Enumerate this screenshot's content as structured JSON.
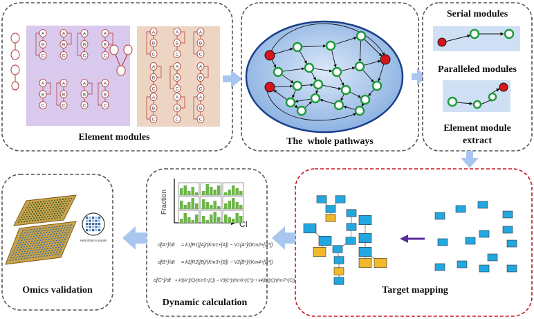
{
  "panels": {
    "element_modules": "Element modules",
    "whole_pathways": "The  whole pathways",
    "serial_modules": "Serial modules",
    "paralleled_modules": "Paralleled modules",
    "element_extract_line1": "Element module",
    "element_extract_line2": "extract",
    "target_mapping": "Target mapping",
    "dynamic_calculation": "Dynamic calculation",
    "omics_validation": "Omics validation"
  },
  "node_labels": {
    "a": "A",
    "b": "B",
    "c": "C"
  },
  "histogram": {
    "ylabel": "Fraction",
    "xlabel": "CI"
  },
  "equations": {
    "eq1_lhs": "d[A*]/dt",
    "eq1_rhs": "= k1[R1][A]/(Km1+[A]) − V1[A*]/(Km2+[A*])",
    "eq2_lhs": "d[B*]/dt",
    "eq2_rhs": "= k2[R2][B]/(Km3+[B]) − V2[B*]/(Km4+[B*])",
    "eq3_lhs": "d[C*]/dt",
    "eq3_rhs": "= k3[A*][C]/(Km5+[C]) − V3[C*]/(Km6+[C*]) + k4[B*][C]/(Km7+[C])"
  },
  "microarray_label": "Hybridization signals",
  "colors": {
    "purple_panel": "#d9c9ec",
    "tan_panel": "#ecd5c2",
    "blue_oval": "#8fb4e3",
    "green_node": "#1f9a3a",
    "red_node": "#d8151b",
    "square_blue": "#22a7e0",
    "square_yellow": "#f0b82a",
    "arrow_blue": "#a9c6ef",
    "arrow_purple": "#5b2a9a",
    "dash_red": "#c8151b"
  }
}
